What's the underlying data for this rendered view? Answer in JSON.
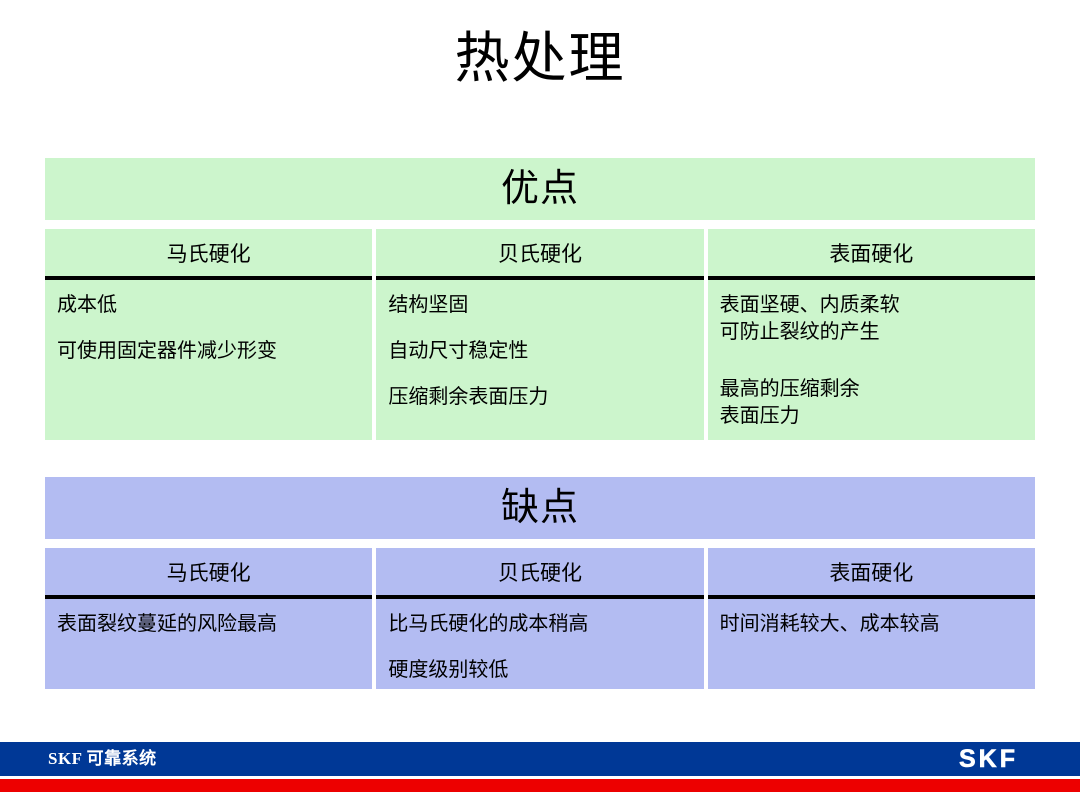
{
  "slide": {
    "title": "热处理"
  },
  "colors": {
    "advantages_bg": "#CCF5CC",
    "disadvantages_bg": "#B3BCF2",
    "footer_blue": "#003896",
    "footer_red": "#ED0000",
    "rule": "#000000"
  },
  "advantages": {
    "header": "优点",
    "columns": [
      {
        "title": "马氏硬化",
        "lines": [
          {
            "text": "成本低",
            "spacing": "first"
          },
          {
            "text": "可使用固定器件减少形变",
            "spacing": "spaced"
          }
        ]
      },
      {
        "title": "贝氏硬化",
        "lines": [
          {
            "text": "结构坚固",
            "spacing": "first"
          },
          {
            "text": "自动尺寸稳定性",
            "spacing": "spaced"
          },
          {
            "text": "压缩剩余表面压力",
            "spacing": "spaced"
          }
        ]
      },
      {
        "title": "表面硬化",
        "lines": [
          {
            "text": "表面坚硬、内质柔软",
            "spacing": "first"
          },
          {
            "text": "可防止裂纹的产生",
            "spacing": "tight"
          },
          {
            "text": "最高的压缩剩余",
            "spacing": "gap"
          },
          {
            "text": "表面压力",
            "spacing": "tight"
          }
        ]
      }
    ]
  },
  "disadvantages": {
    "header": "缺点",
    "columns": [
      {
        "title": "马氏硬化",
        "lines": [
          {
            "text": "表面裂纹蔓延的风险最高",
            "spacing": "first"
          }
        ]
      },
      {
        "title": "贝氏硬化",
        "lines": [
          {
            "text": "比马氏硬化的成本稍高",
            "spacing": "first"
          },
          {
            "text": "硬度级别较低",
            "spacing": "spaced"
          }
        ]
      },
      {
        "title": "表面硬化",
        "lines": [
          {
            "text": "时间消耗较大、成本较高",
            "spacing": "first"
          }
        ]
      }
    ]
  },
  "footer": {
    "text": "SKF 可靠系统",
    "logo": "SKF"
  }
}
